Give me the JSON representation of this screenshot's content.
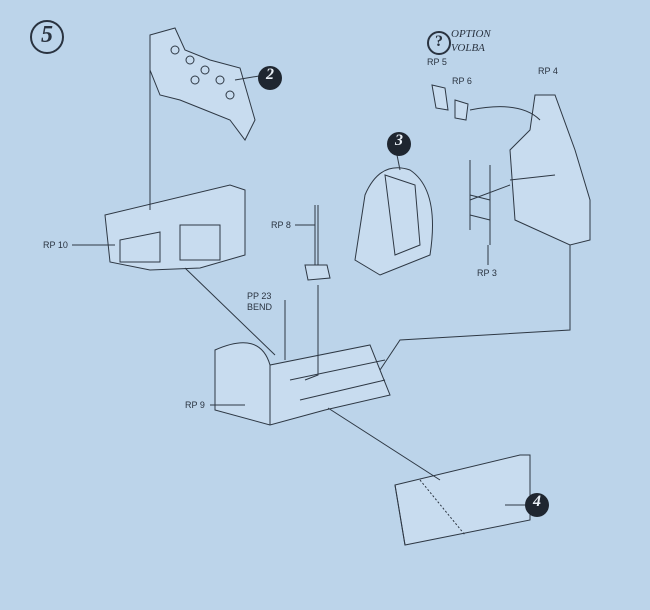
{
  "step_number": "5",
  "option": {
    "icon": "question-icon",
    "symbol": "?",
    "line1": "OPTION",
    "line2": "VOLBA"
  },
  "badges": [
    "2",
    "3",
    "4"
  ],
  "labels": {
    "rp5": "RP 5",
    "rp6": "RP 6",
    "rp4": "RP 4",
    "rp10": "RP 10",
    "rp8": "RP 8",
    "rp3": "RP 3",
    "pp23": "PP 23",
    "bend": "BEND",
    "rp9": "RP 9"
  }
}
